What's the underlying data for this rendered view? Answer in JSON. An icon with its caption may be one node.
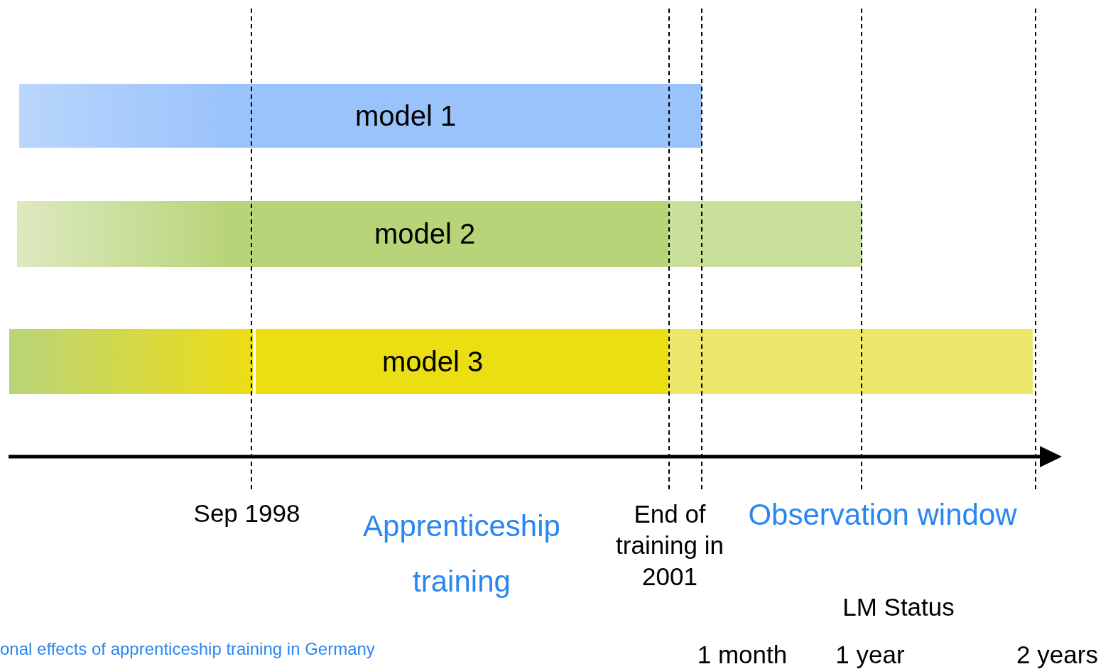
{
  "diagram": {
    "nodes": [
      {
        "text": [
          "model 1"
        ]
      },
      {
        "text": [
          "model 2"
        ]
      },
      {
        "text": [
          "model 3"
        ]
      }
    ],
    "labels": [
      "Sep 1998",
      "Apprenticeship training",
      "End of training in 2001",
      "Observation window",
      "LM Status",
      "onal effects of apprenticeship training in Germany",
      "1 month",
      "1 year",
      "2 years"
    ]
  }
}
